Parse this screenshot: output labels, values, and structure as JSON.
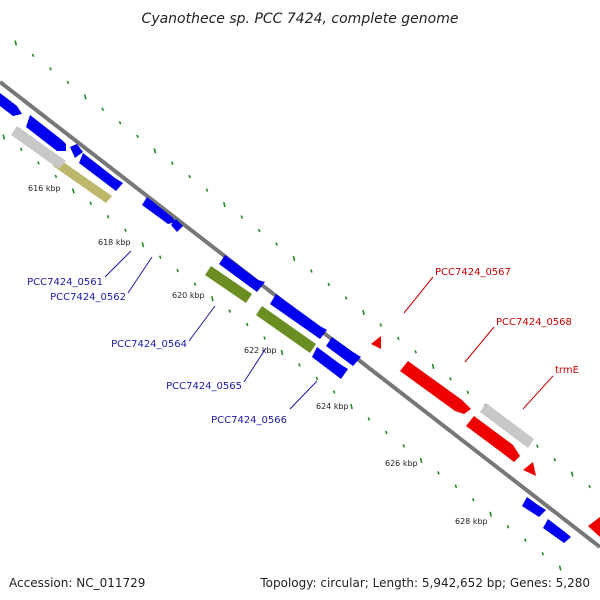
{
  "title": "Cyanothece sp. PCC 7424, complete genome",
  "footer": {
    "accession": "Accession: NC_011729",
    "summary": "Topology: circular; Length: 5,942,652 bp; Genes: 5,280"
  },
  "colors": {
    "forward_cds": "#0000ee",
    "reverse_cds": "#ee0000",
    "rna": "#c8c8c8",
    "olive_feature": "#6b8e23",
    "khaki_feature": "#bdb76b",
    "backbone": "#777777",
    "gc_ticks": "#228b22",
    "label_forward": "#1a1aaa",
    "label_reverse": "#cc0000"
  },
  "ticks": [
    "616 kbp",
    "618 kbp",
    "620 kbp",
    "622 kbp",
    "624 kbp",
    "626 kbp",
    "628 kbp"
  ],
  "gene_labels": [
    {
      "text": "PCC7424_0561",
      "strand": "forward"
    },
    {
      "text": "PCC7424_0562",
      "strand": "forward"
    },
    {
      "text": "PCC7424_0564",
      "strand": "forward"
    },
    {
      "text": "PCC7424_0565",
      "strand": "forward"
    },
    {
      "text": "PCC7424_0566",
      "strand": "forward"
    },
    {
      "text": "PCC7424_0567",
      "strand": "reverse"
    },
    {
      "text": "PCC7424_0568",
      "strand": "reverse"
    },
    {
      "text": "trmE",
      "strand": "reverse"
    }
  ]
}
